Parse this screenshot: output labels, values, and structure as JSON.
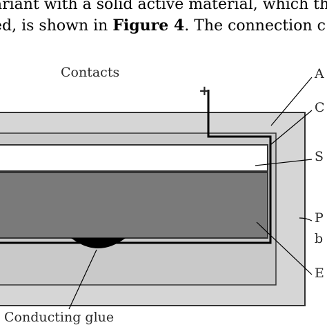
{
  "caption": {
    "line1": "ariant with a solid active material, which th",
    "line2_pre": "ed, is shown in ",
    "line2_bold": "Figure 4",
    "line2_post": ". The connection c"
  },
  "diagram": {
    "labels": {
      "contacts": "Contacts",
      "plus_sign": "+",
      "right_1": "A",
      "right_2": "C",
      "right_3": "S",
      "right_4": "P",
      "right_5": "b",
      "right_6": "E",
      "conducting_glue": "Conducting glue"
    }
  }
}
